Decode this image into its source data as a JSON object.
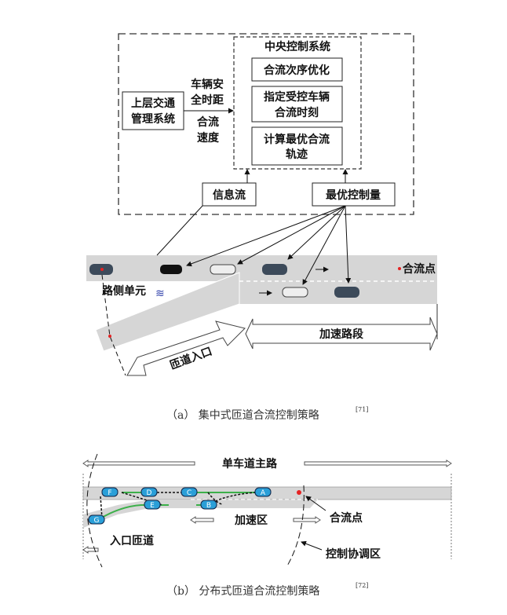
{
  "top": {
    "central_title": "中央控制系统",
    "boxes": [
      "合流次序优化",
      "指定受控车辆",
      "合流时刻",
      "计算最优合流",
      "轨迹"
    ],
    "upper_mgmt": [
      "上层交通",
      "管理系统"
    ],
    "headway": [
      "车辆安",
      "全时距"
    ],
    "speed": [
      "合流",
      "速度"
    ],
    "info_flow": "信息流",
    "optimal_control": "最优控制量",
    "merge_point": "合流点",
    "roadside_unit": "路侧单元",
    "ramp_entrance": "匝道入口",
    "accel_section": "加速路段",
    "caption": "（a） 集中式匝道合流控制策略",
    "ref": "[71]"
  },
  "bottom": {
    "main_road": "单车道主路",
    "accel_zone": "加速区",
    "merge_point": "合流点",
    "entrance_ramp": "入口匝道",
    "coord_zone": "控制协调区",
    "vehicles": [
      "A",
      "B",
      "C",
      "D",
      "E",
      "F",
      "G"
    ],
    "caption": "（b） 分布式匝道合流控制策略",
    "ref": "[72]"
  },
  "colors": {
    "vehicle": "#2a9fd8",
    "path": "#3cb04a",
    "merge_dot": "#e52222",
    "road": "#d6d6d6"
  }
}
